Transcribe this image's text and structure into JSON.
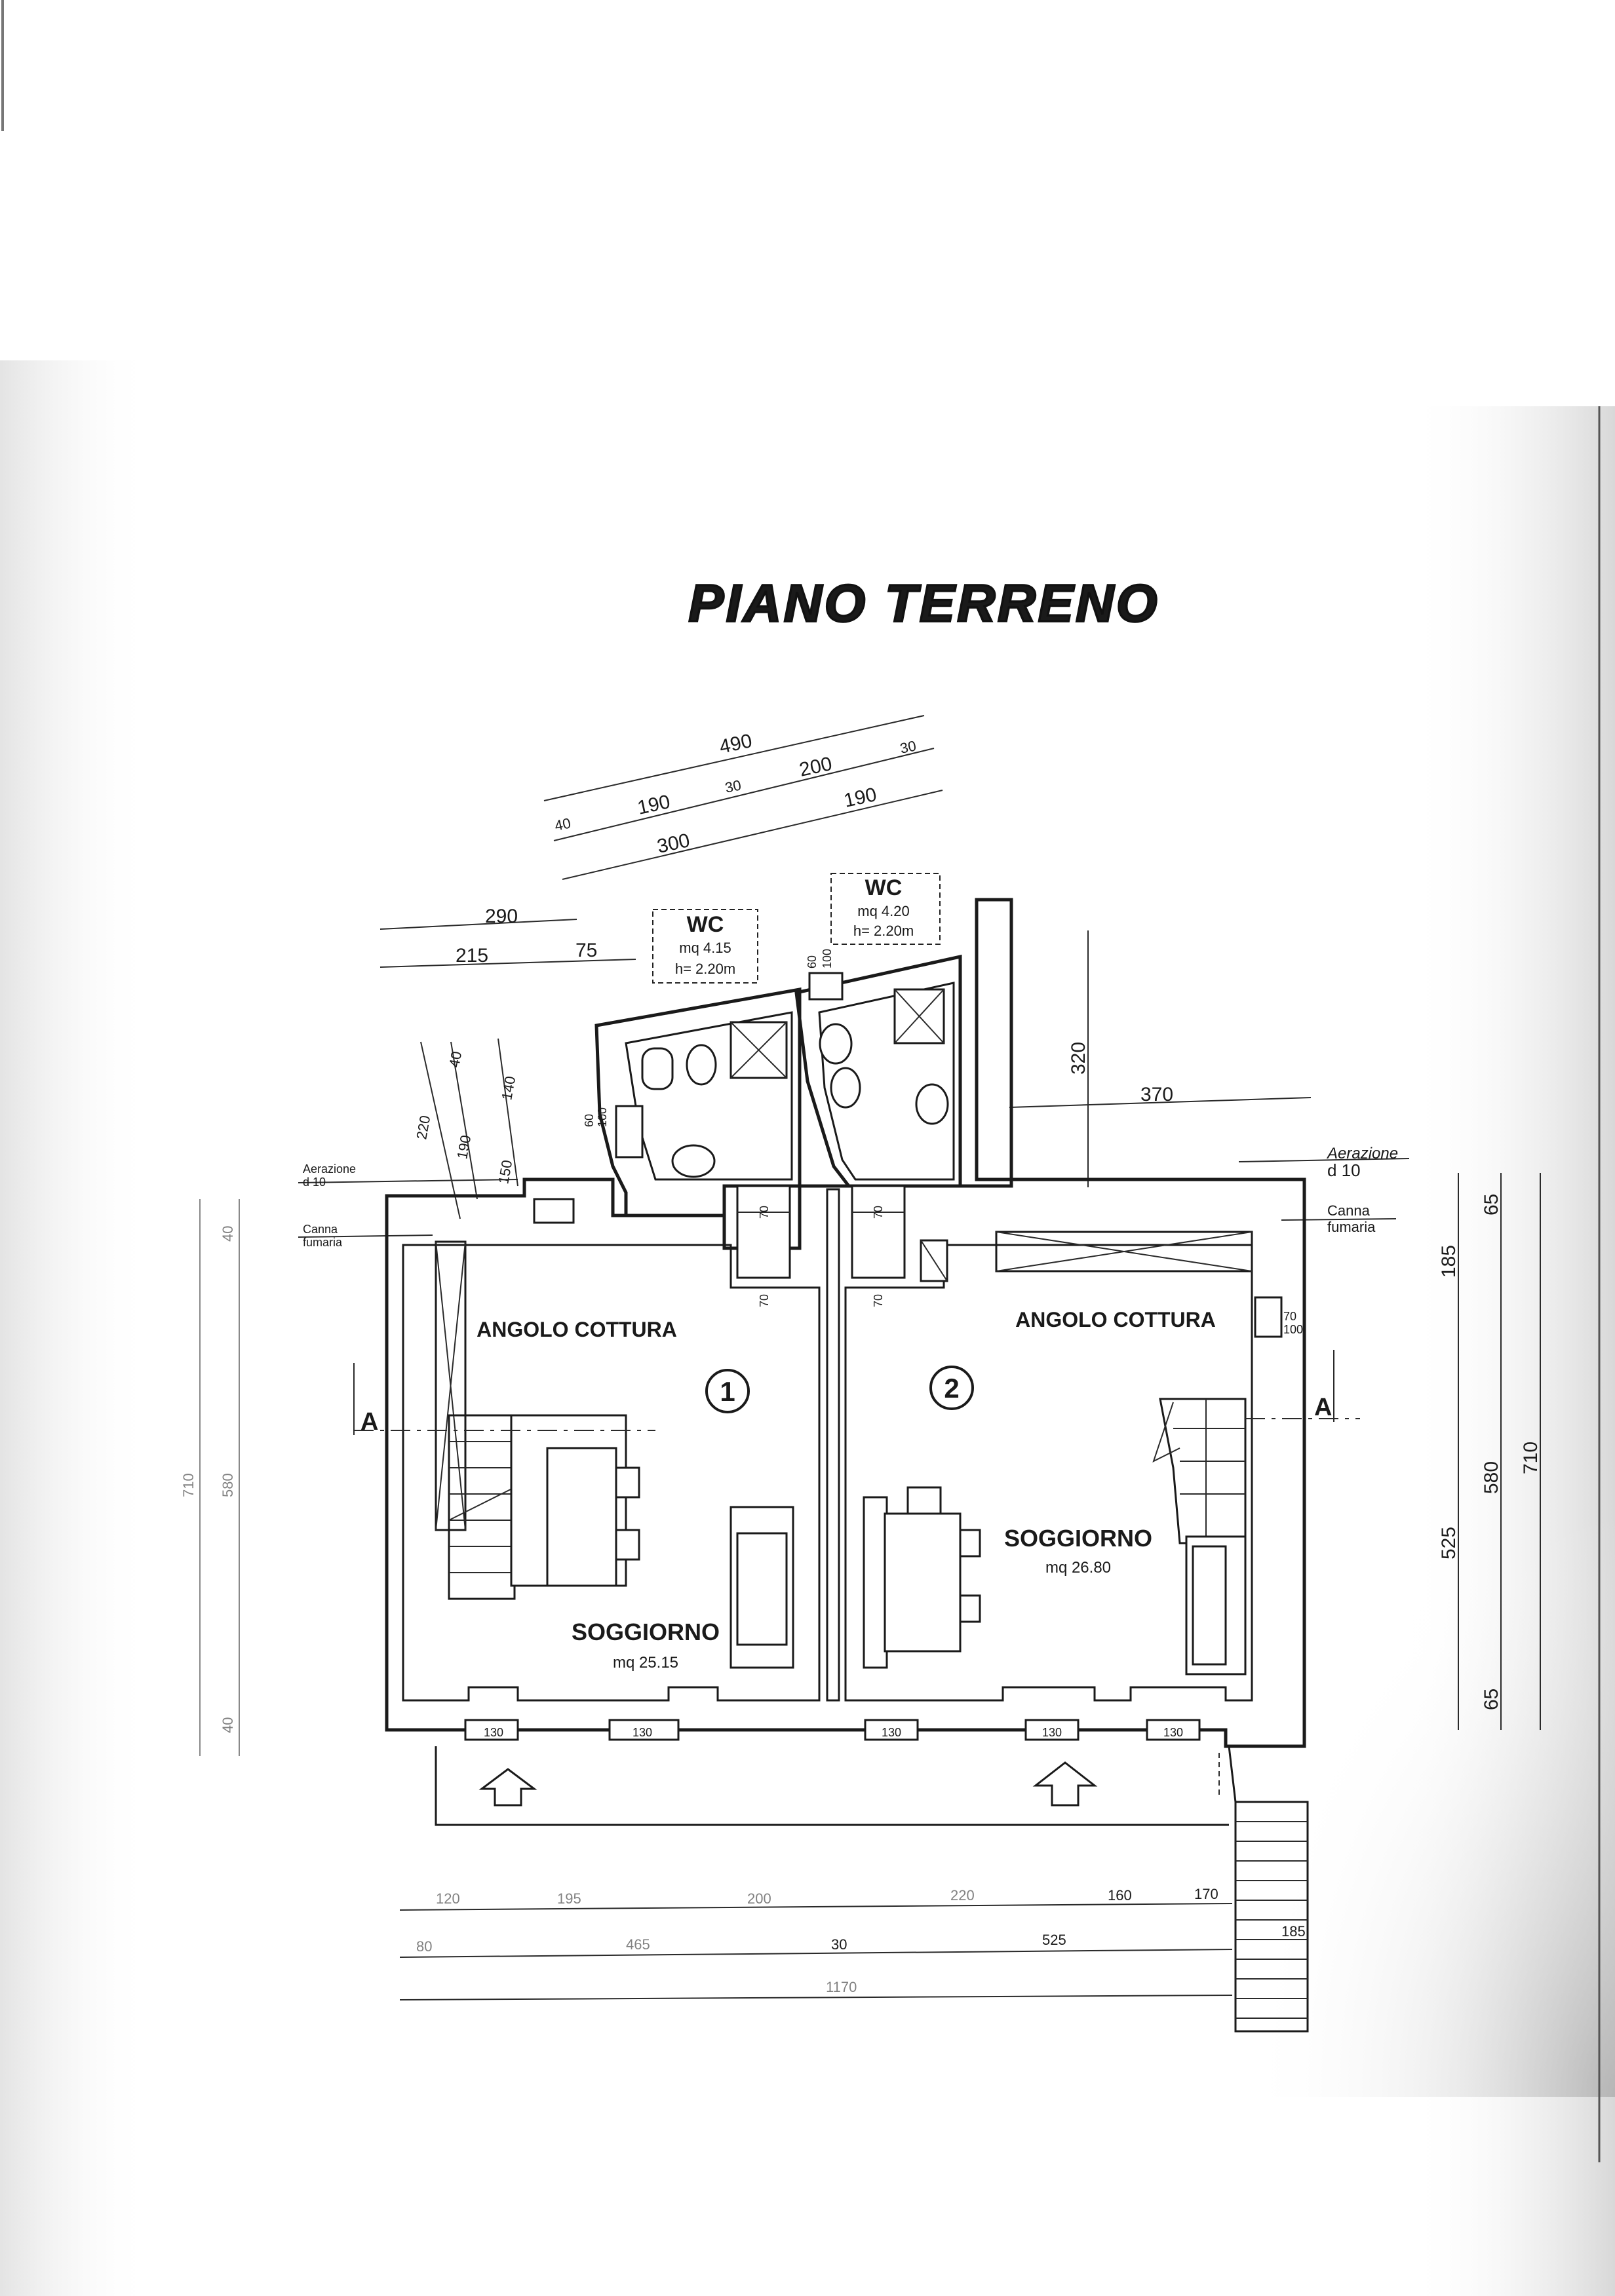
{
  "title": "PIANO TERRENO",
  "top_dims": {
    "row1": [
      "490"
    ],
    "row2": [
      "40",
      "190",
      "30",
      "200",
      "30"
    ],
    "row3": [
      "300",
      "190"
    ]
  },
  "left_top_dims": {
    "d290": "290",
    "d215": "215",
    "d75": "75"
  },
  "left_vert_dims": {
    "d220": "220",
    "d40": "40",
    "d190": "190",
    "d140": "140",
    "d150": "150"
  },
  "wc1": {
    "label": "WC",
    "area": "mq 4.15",
    "height": "h= 2.20m",
    "vent": "60\n100"
  },
  "wc2": {
    "label": "WC",
    "area": "mq 4.20",
    "height": "h= 2.20m",
    "vent_a": "60",
    "vent_b": "100"
  },
  "right_top_dims": {
    "d320": "320",
    "d370": "370"
  },
  "notes_left": {
    "aerazione": "Aerazione\nd 10",
    "canna": "Canna\nfumaria"
  },
  "notes_right": {
    "aerazione": "Aerazione",
    "aerazione_d": "d 10",
    "canna": "Canna",
    "canna_f": "fumaria"
  },
  "right_vert_dims": {
    "d185": "185",
    "d65a": "65",
    "d525": "525",
    "d580": "580",
    "d710": "710",
    "d65b": "65"
  },
  "left_outer_dims": {
    "d40a": "40",
    "d710": "710",
    "d580": "580",
    "d40b": "40"
  },
  "flat1": {
    "number": "1",
    "kitchen": "ANGOLO COTTURA",
    "living": "SOGGIORNO",
    "area": "mq 25.15"
  },
  "flat2": {
    "number": "2",
    "kitchen": "ANGOLO COTTURA",
    "living": "SOGGIORNO",
    "area": "mq 26.80"
  },
  "door_dims": {
    "d70a": "70",
    "d70b": "70",
    "d70c": "70",
    "d70d": "70",
    "d70e": "70\n100"
  },
  "window_dims": {
    "w1": "130",
    "w2": "130",
    "w3": "130",
    "w4": "130",
    "w5": "130"
  },
  "section_marks": {
    "left": "A",
    "right": "A"
  },
  "bottom_dims": {
    "row1": [
      "120",
      "195",
      "200",
      "220",
      "160",
      "170"
    ],
    "row2": [
      "80",
      "465",
      "30",
      "525"
    ],
    "row3": [
      "1170"
    ],
    "stair": "185"
  }
}
